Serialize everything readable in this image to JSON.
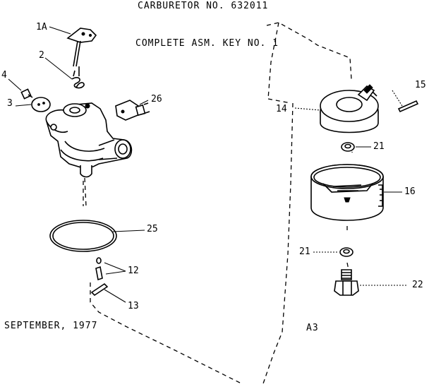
{
  "header": {
    "title": "CARBURETOR NO. 632011",
    "subtitle": "COMPLETE ASM. KEY NO. 1"
  },
  "footer": {
    "date": "SEPTEMBER, 1977",
    "page_code": "A3"
  },
  "callouts": {
    "c1a": "1A",
    "c2": "2",
    "c3": "3",
    "c4": "4",
    "c12": "12",
    "c13": "13",
    "c14": "14",
    "c15": "15",
    "c16": "16",
    "c21a": "21",
    "c21b": "21",
    "c22": "22",
    "c25": "25",
    "c26": "26"
  },
  "colors": {
    "ink": "#000000",
    "paper": "#ffffff"
  }
}
